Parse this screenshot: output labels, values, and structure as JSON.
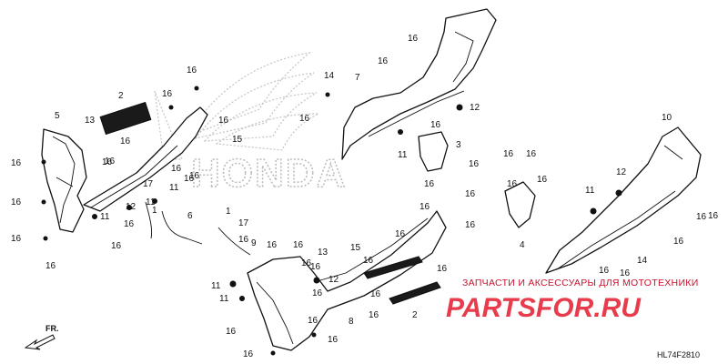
{
  "logo": {
    "text": "HONDA"
  },
  "watermark": {
    "line1": "ЗАПЧАСТИ И АКСЕССУАРЫ ДЛЯ МОТОТЕХНИКИ",
    "brand": "PARTSFOR.RU"
  },
  "direction": "FR.",
  "diagram_code": "HL74F2810",
  "callouts": [
    {
      "label": "16"
    },
    {
      "label": "16"
    },
    {
      "label": "16"
    },
    {
      "label": "16"
    },
    {
      "label": "16"
    },
    {
      "label": "5"
    },
    {
      "label": "13"
    },
    {
      "label": "16"
    },
    {
      "label": "2"
    },
    {
      "label": "16"
    },
    {
      "label": "16"
    },
    {
      "label": "16"
    },
    {
      "label": "16"
    },
    {
      "label": "15"
    },
    {
      "label": "16"
    },
    {
      "label": "11"
    },
    {
      "label": "16"
    },
    {
      "label": "17"
    },
    {
      "label": "11"
    },
    {
      "label": "12"
    },
    {
      "label": "16"
    },
    {
      "label": "11"
    },
    {
      "label": "1"
    },
    {
      "label": "6"
    },
    {
      "label": "16"
    },
    {
      "label": "16"
    },
    {
      "label": "1"
    },
    {
      "label": "17"
    },
    {
      "label": "9"
    },
    {
      "label": "16"
    },
    {
      "label": "16"
    },
    {
      "label": "14"
    },
    {
      "label": "16"
    },
    {
      "label": "7"
    },
    {
      "label": "16"
    },
    {
      "label": "12"
    },
    {
      "label": "16"
    },
    {
      "label": "3"
    },
    {
      "label": "11"
    },
    {
      "label": "16"
    },
    {
      "label": "16"
    },
    {
      "label": "16"
    },
    {
      "label": "16"
    },
    {
      "label": "16"
    },
    {
      "label": "16"
    },
    {
      "label": "16"
    },
    {
      "label": "16"
    },
    {
      "label": "16"
    },
    {
      "label": "16"
    },
    {
      "label": "4"
    },
    {
      "label": "10"
    },
    {
      "label": "12"
    },
    {
      "label": "11"
    },
    {
      "label": "16"
    },
    {
      "label": "16"
    },
    {
      "label": "14"
    },
    {
      "label": "16"
    },
    {
      "label": "16"
    },
    {
      "label": "13"
    },
    {
      "label": "16"
    },
    {
      "label": "16"
    },
    {
      "label": "16"
    },
    {
      "label": "12"
    },
    {
      "label": "11"
    },
    {
      "label": "16"
    },
    {
      "label": "11"
    },
    {
      "label": "16"
    },
    {
      "label": "16"
    },
    {
      "label": "16"
    },
    {
      "label": "16"
    },
    {
      "label": "16"
    },
    {
      "label": "8"
    },
    {
      "label": "16"
    },
    {
      "label": "2"
    },
    {
      "label": "16"
    },
    {
      "label": "15"
    },
    {
      "label": "16"
    },
    {
      "label": "16"
    },
    {
      "label": "16"
    }
  ]
}
